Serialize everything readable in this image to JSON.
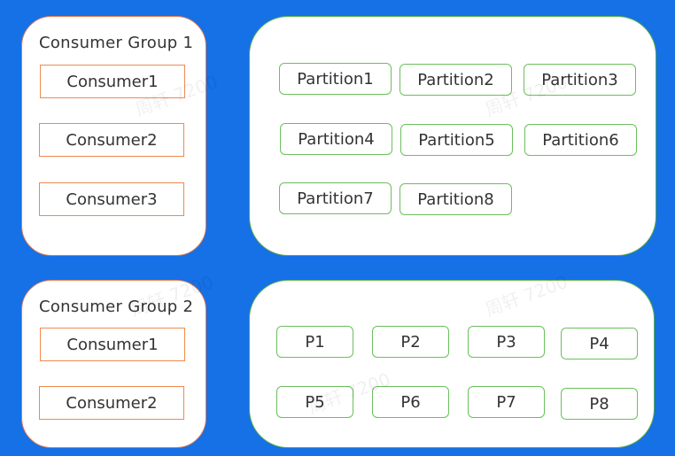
{
  "group1": {
    "title": "Consumer Group 1",
    "consumers": [
      "Consumer1",
      "Consumer2",
      "Consumer3"
    ]
  },
  "group2": {
    "title": "Consumer Group 2",
    "consumers": [
      "Consumer1",
      "Consumer2"
    ]
  },
  "partitions_top": [
    "Partition1",
    "Partition2",
    "Partition3",
    "Partition4",
    "Partition5",
    "Partition6",
    "Partition7",
    "Partition8"
  ],
  "partitions_bottom": [
    "P1",
    "P2",
    "P3",
    "P4",
    "P5",
    "P6",
    "P7",
    "P8"
  ],
  "watermark": "周轩 7200",
  "colors": {
    "background": "#1670e6",
    "group_border": "#e07b4f",
    "partition_border": "#6cbf5e"
  }
}
